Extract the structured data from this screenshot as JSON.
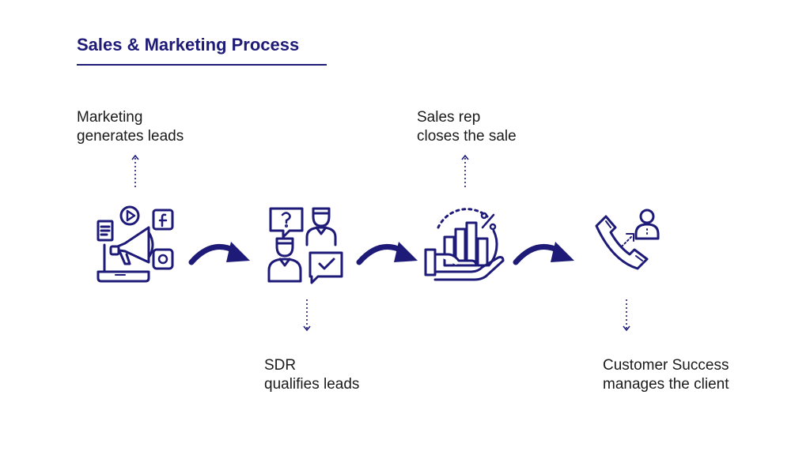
{
  "title": "Sales & Marketing Process",
  "colors": {
    "accent": "#1e1a78",
    "text": "#1a1a1a",
    "background": "#ffffff"
  },
  "steps": [
    {
      "line1": "Marketing",
      "line2": "generates leads",
      "icon": "megaphone-laptop-social-icon",
      "label_side": "above"
    },
    {
      "line1": "SDR",
      "line2": "qualifies leads",
      "icon": "sdr-team-chat-icon",
      "label_side": "below"
    },
    {
      "line1": "Sales rep",
      "line2": "closes the sale",
      "icon": "hand-chart-percent-icon",
      "label_side": "above"
    },
    {
      "line1": "Customer Success",
      "line2": "manages the client",
      "icon": "phone-customer-icon",
      "label_side": "below"
    }
  ]
}
